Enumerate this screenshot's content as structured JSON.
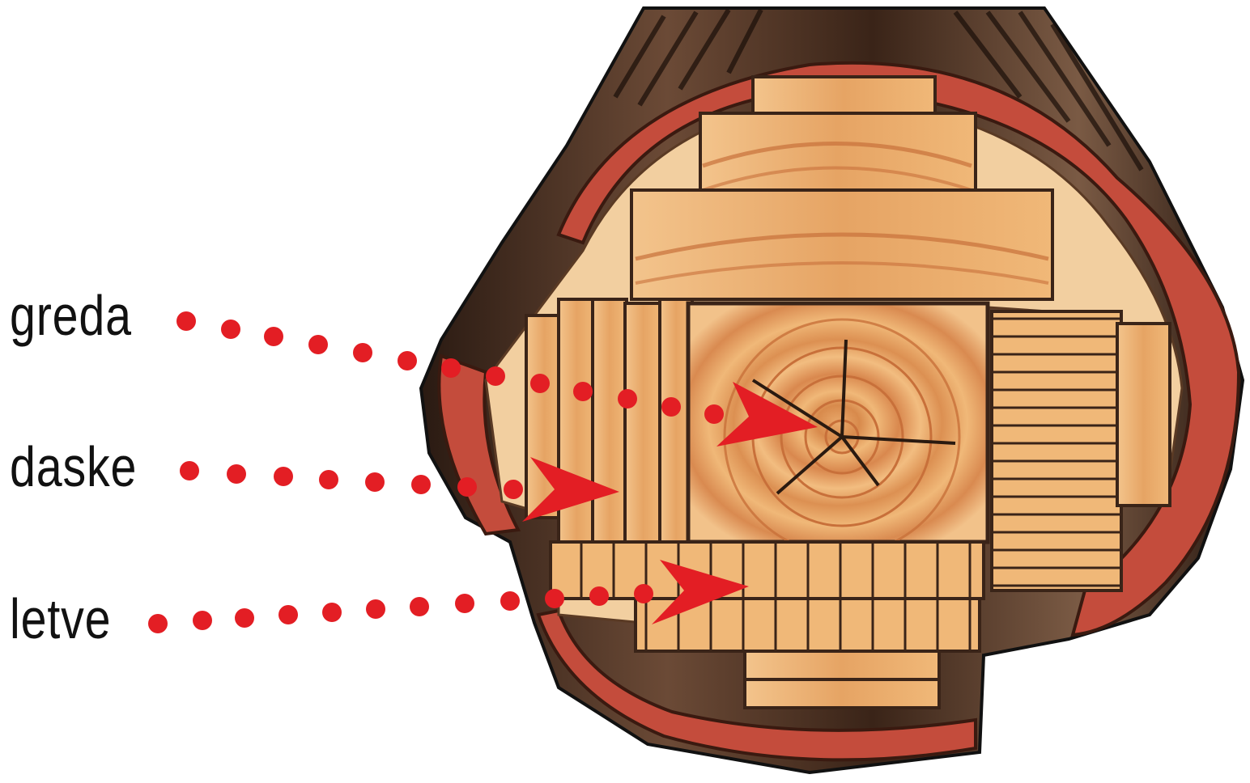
{
  "labels": {
    "greda": "greda",
    "daske": "daske",
    "letve": "letve"
  },
  "colors": {
    "dots": "#e31e24",
    "wood_light": "#f0b878",
    "wood_mid": "#e4a062",
    "wood_ring": "#c8703a",
    "bark_dark": "#3a2418",
    "bark_edge": "#c44c3c"
  }
}
